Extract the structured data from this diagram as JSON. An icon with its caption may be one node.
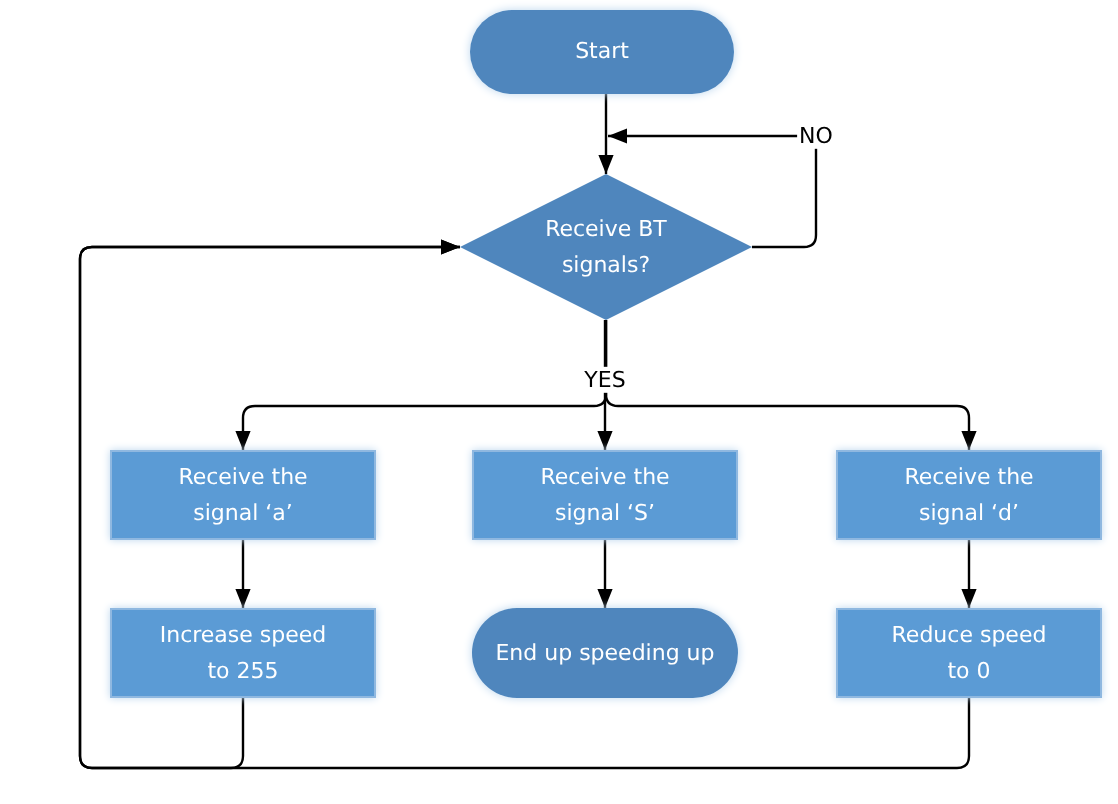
{
  "diagram": {
    "nodes": [
      {
        "text": [
          "Start"
        ]
      },
      {
        "text": [
          "Receive BT signals?"
        ]
      },
      {
        "text": [
          "Receive the signal ‘a’"
        ]
      },
      {
        "text": [
          "Receive the signal ‘S’"
        ]
      },
      {
        "text": [
          "Receive the signal ‘d’"
        ]
      },
      {
        "text": [
          "Increase speed to 255"
        ]
      },
      {
        "text": [
          "End up speeding up"
        ]
      },
      {
        "text": [
          "Reduce speed to 0"
        ]
      }
    ],
    "edges": [
      {
        "from": 0,
        "to": 1,
        "arrow": "to"
      },
      {
        "from": 1,
        "to": 1,
        "arrow": "to",
        "label": "NO"
      },
      {
        "from": 1,
        "to": 2,
        "arrow": "to"
      },
      {
        "from": 1,
        "to": 3,
        "arrow": "to",
        "label": "YES"
      },
      {
        "from": 1,
        "to": 4,
        "arrow": "to"
      },
      {
        "from": 2,
        "to": 5,
        "arrow": "to"
      },
      {
        "from": 3,
        "to": 6,
        "arrow": "to"
      },
      {
        "from": 4,
        "to": 7,
        "arrow": "to"
      },
      {
        "from": 5,
        "to": 1,
        "arrow": "to"
      },
      {
        "from": 7,
        "to": 1,
        "arrow": "to"
      }
    ]
  }
}
